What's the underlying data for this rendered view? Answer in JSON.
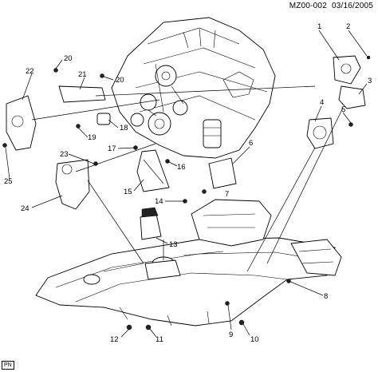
{
  "header": {
    "code": "MZ00-002",
    "date": "03/16/2005"
  },
  "footer": {
    "tag": "PN"
  },
  "callouts": [
    "1",
    "2",
    "3",
    "4",
    "5",
    "6",
    "7",
    "8",
    "9",
    "10",
    "11",
    "12",
    "13",
    "14",
    "15",
    "16",
    "17",
    "18",
    "19",
    "20",
    "20",
    "21",
    "22",
    "23",
    "24",
    "25"
  ]
}
